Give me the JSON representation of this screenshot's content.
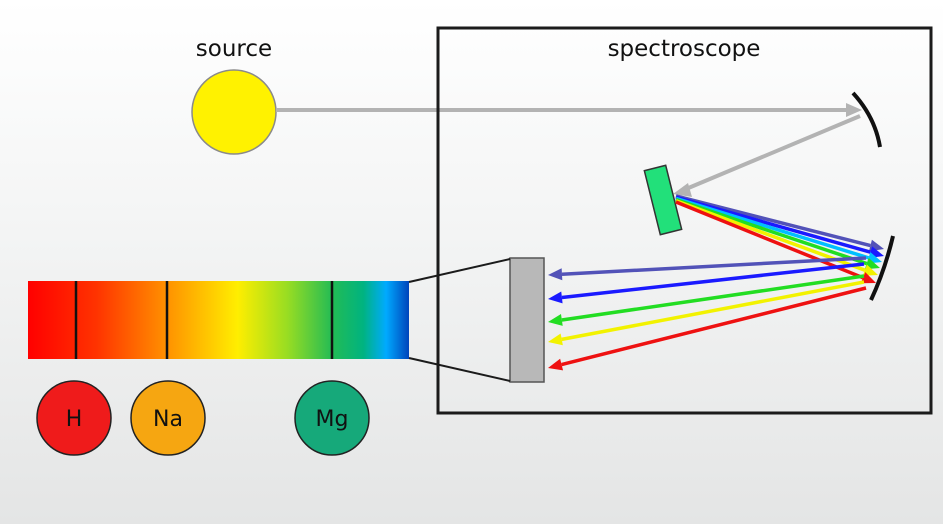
{
  "labels": {
    "source": "source",
    "spectroscope": "spectroscope"
  },
  "elements": [
    {
      "symbol": "H",
      "color": "#ef1b1b"
    },
    {
      "symbol": "Na",
      "color": "#f6a611"
    },
    {
      "symbol": "Mg",
      "color": "#16a97a"
    }
  ],
  "colors": {
    "source": "#fff200",
    "grating": "#22e07a",
    "detector": "#b8b8b8",
    "incoming_beam": "#b3b3b3",
    "rays": [
      "#5252b8",
      "#1a1aff",
      "#00bfff",
      "#22dd22",
      "#f2f200",
      "#ee1111"
    ]
  },
  "spectrum": {
    "gradient": [
      "#ff0000",
      "#ff3300",
      "#ff9900",
      "#ffee00",
      "#99dd22",
      "#22bb55",
      "#00b380",
      "#00aaff",
      "#0044bb"
    ],
    "absorption_lines": 3
  }
}
